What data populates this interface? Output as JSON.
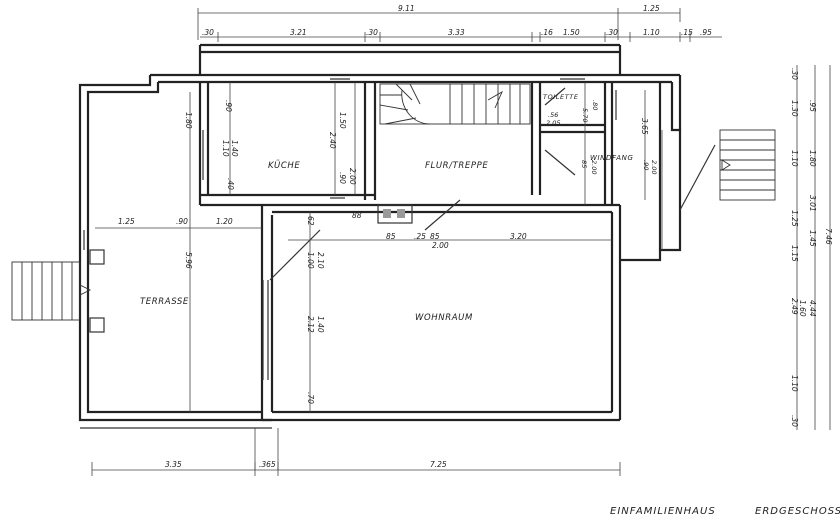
{
  "rooms": {
    "kueche": "KÜCHE",
    "flur_treppe": "FLUR/TREPPE",
    "toilette": "TOILETTE",
    "windfang": "WINDFANG",
    "terrasse": "TERRASSE",
    "wohnraum": "WOHNRAUM"
  },
  "dims_top": {
    "total": "9.11",
    "right": "1.25",
    "d1": ".30",
    "d2": "3.21",
    "d3": ".30",
    "d4": "3.33",
    "d5": ".16",
    "d6": "1.50",
    "d7": ".30",
    "d8": "1.10",
    "d9": ".15",
    "d10": ".95"
  },
  "dims_bottom": {
    "d1": "3.35",
    "d2": ".365",
    "d3": "7.25"
  },
  "dims_terrace": {
    "d1": "1.25",
    "d2": ".90",
    "d3": "1.20"
  },
  "dims_inner": {
    "ter_top": "1.80",
    "ter_height": "5.96",
    "k_90": ".90",
    "k_110": "1.10",
    "k_140": "1.40",
    "k_240": "2.40",
    "k_150": "1.50",
    "k_90b": ".90",
    "k_200": "2.00",
    "k_40": ".40",
    "t_56": ".56",
    "t_205": "2.05",
    "t_570": "5.70",
    "t_80": ".80",
    "w_365": "3.65",
    "w_85": "85",
    "w_200": "2.00",
    "w_90": ".90",
    "w_200b": "2.00",
    "l_88": "88",
    "l_62": "62",
    "m_85": "85",
    "m_25": ".25",
    "m_85b": "85",
    "m_200": "2.00",
    "m_320": "3.20",
    "wr_100": "1.00",
    "wr_210": "2.10",
    "wr_212": "2.12",
    "wr_140": "1.40",
    "wr_70": ".70"
  },
  "dims_right": {
    "r1": ".30",
    "r2": "1.30",
    "r3": ".95",
    "r4": "1.10",
    "r5": "1.80",
    "r6": "3.01",
    "r7": "1.25",
    "r8": "1.45",
    "r9": "1.15",
    "r10": "7.46",
    "r11": "2.49",
    "r12": "1.60",
    "r13": "4.44",
    "r14": "1.10",
    "r15": ".30"
  },
  "titles": {
    "left": "EINFAMILIENHAUS",
    "right": "ERDGESCHOSS"
  }
}
